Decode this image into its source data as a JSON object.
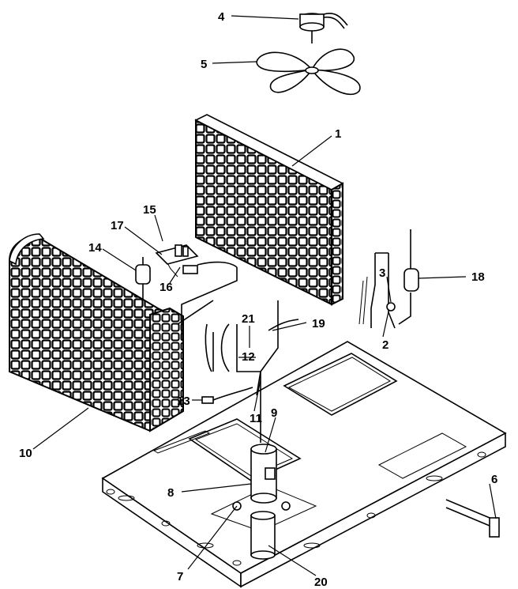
{
  "diagram": {
    "part_labels": [
      "1",
      "2",
      "3",
      "4",
      "5",
      "6",
      "7",
      "8",
      "9",
      "10",
      "11",
      "12",
      "13",
      "14",
      "15",
      "16",
      "17",
      "18",
      "19",
      "20",
      "21"
    ]
  }
}
